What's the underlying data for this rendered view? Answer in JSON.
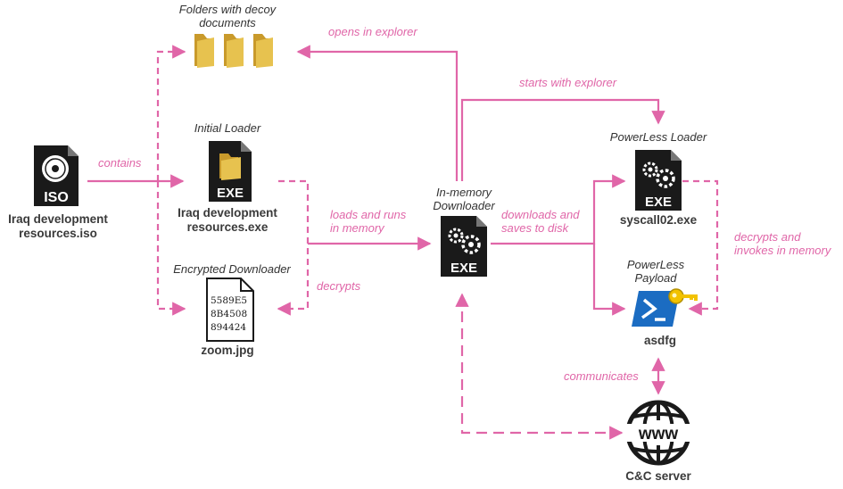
{
  "nodes": {
    "iso": {
      "name": "Iraq development\nresources.iso",
      "badge": "ISO"
    },
    "folders": {
      "caption": "Folders with decoy\ndocuments"
    },
    "initial_loader": {
      "caption": "Initial Loader",
      "name": "Iraq development\nresources.exe",
      "badge": "EXE"
    },
    "encrypted_downloader": {
      "caption": "Encrypted Downloader",
      "name": "zoom.jpg",
      "hex_lines": [
        "5589E5",
        "8B4508",
        "894424"
      ]
    },
    "in_memory_downloader": {
      "caption": "In-memory\nDownloader",
      "badge": "EXE"
    },
    "powerless_loader": {
      "caption": "PowerLess Loader",
      "name": "syscall02.exe",
      "badge": "EXE"
    },
    "powerless_payload": {
      "caption": "PowerLess\nPayload",
      "name": "asdfg"
    },
    "cc_server": {
      "name": "C&C server",
      "badge": "www"
    }
  },
  "edges": {
    "contains": "contains",
    "opens_in_explorer": "opens in explorer",
    "starts_with_explorer": "starts with explorer",
    "loads_and_runs": "loads and runs\nin memory",
    "decrypts": "decrypts",
    "downloads_and_saves": "downloads and\nsaves to disk",
    "decrypts_and_invokes": "decrypts and\ninvokes in memory",
    "communicates": "communicates"
  },
  "colors": {
    "arrow": "#e066a8",
    "label": "#e066a8",
    "icon_dark": "#1a1a1a",
    "folder": "#e7c24f",
    "powershell": "#1b6cc2",
    "key": "#f2c200"
  }
}
